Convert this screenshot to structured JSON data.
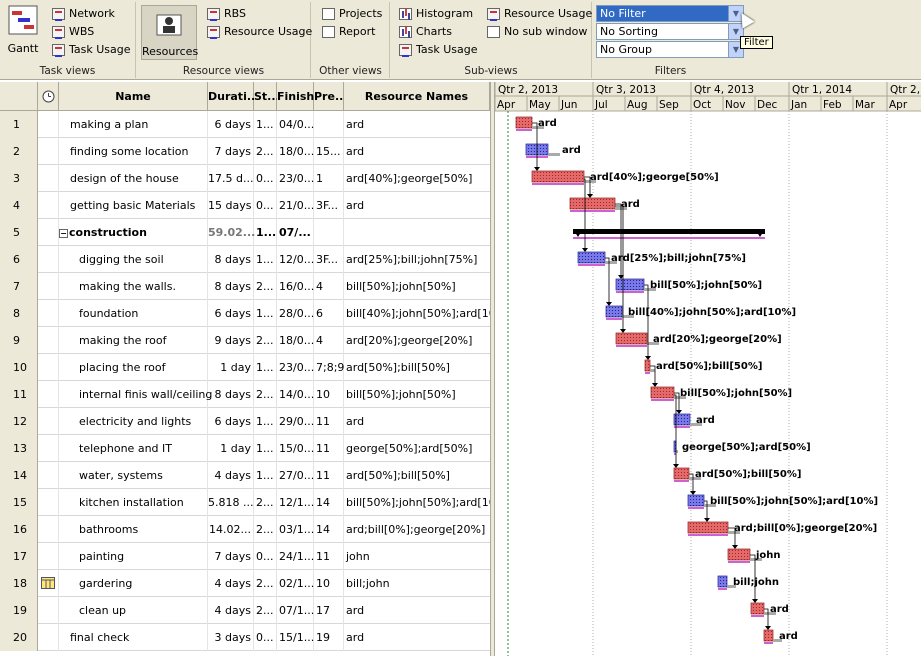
{
  "toolbar": {
    "task_views": {
      "title": "Task views",
      "gantt": "Gantt",
      "network": "Network",
      "wbs": "WBS",
      "task_usage": "Task Usage"
    },
    "resource_views": {
      "title": "Resource views",
      "resources": "Resources",
      "rbs": "RBS",
      "resource_usage": "Resource Usage"
    },
    "other_views": {
      "title": "Other views",
      "projects": "Projects",
      "report": "Report"
    },
    "sub_views": {
      "title": "Sub-views",
      "histogram": "Histogram",
      "charts": "Charts",
      "task_usage": "Task Usage",
      "resource_usage": "Resource Usage",
      "no_sub_window": "No sub window"
    },
    "filters": {
      "title": "Filters",
      "filter": "No Filter",
      "sorting": "No Sorting",
      "group": "No Group",
      "tooltip": "Filter"
    }
  },
  "table": {
    "columns": [
      "Name",
      "Durati...",
      "St...",
      "Finish",
      "Pre...",
      "Resource Names"
    ],
    "rows": [
      {
        "n": "1",
        "name": "making a plan",
        "dur": "6 days",
        "st": "1...",
        "fin": "04/0...",
        "pre": "",
        "res": "ard"
      },
      {
        "n": "2",
        "name": "finding some location",
        "dur": "7 days",
        "st": "2...",
        "fin": "18/0...",
        "pre": "15...",
        "res": "ard"
      },
      {
        "n": "3",
        "name": "design of the house",
        "dur": "17.5 d...",
        "st": "0...",
        "fin": "23/0...",
        "pre": "1",
        "res": "ard[40%];george[50%]"
      },
      {
        "n": "4",
        "name": "getting basic Materials",
        "dur": "15 days",
        "st": "0...",
        "fin": "21/0...",
        "pre": "3F...",
        "res": "ard"
      },
      {
        "n": "5",
        "name": "construction",
        "dur": "59.02...",
        "st": "1...",
        "fin": "07/...",
        "pre": "",
        "res": "",
        "summary": true
      },
      {
        "n": "6",
        "name": "digging the soil",
        "dur": "8 days",
        "st": "1...",
        "fin": "12/0...",
        "pre": "3F...",
        "res": "ard[25%];bill;john[75%]"
      },
      {
        "n": "7",
        "name": "making the walls.",
        "dur": "8 days",
        "st": "2...",
        "fin": "16/0...",
        "pre": "4",
        "res": "bill[50%];john[50%]"
      },
      {
        "n": "8",
        "name": "foundation",
        "dur": "6 days",
        "st": "1...",
        "fin": "28/0...",
        "pre": "6",
        "res": "bill[40%];john[50%];ard[10..."
      },
      {
        "n": "9",
        "name": "making the  roof",
        "dur": "9 days",
        "st": "2...",
        "fin": "18/0...",
        "pre": "4",
        "res": "ard[20%];george[20%]"
      },
      {
        "n": "10",
        "name": "placing the roof",
        "dur": "1 day",
        "st": "1...",
        "fin": "23/0...",
        "pre": "7;8;9",
        "res": "ard[50%];bill[50%]"
      },
      {
        "n": "11",
        "name": "internal finis wall/ceiling",
        "dur": "8 days",
        "st": "2...",
        "fin": "14/0...",
        "pre": "10",
        "res": "bill[50%];john[50%]"
      },
      {
        "n": "12",
        "name": "electricity and lights",
        "dur": "6 days",
        "st": "1...",
        "fin": "29/0...",
        "pre": "11",
        "res": "ard"
      },
      {
        "n": "13",
        "name": "telephone and IT",
        "dur": "1 day",
        "st": "1...",
        "fin": "15/0...",
        "pre": "11",
        "res": "george[50%];ard[50%]"
      },
      {
        "n": "14",
        "name": "water, systems",
        "dur": "4 days",
        "st": "1...",
        "fin": "27/0...",
        "pre": "11",
        "res": "ard[50%];bill[50%]"
      },
      {
        "n": "15",
        "name": "kitchen installation",
        "dur": "5.818 ...",
        "st": "2...",
        "fin": "12/1...",
        "pre": "14",
        "res": "bill[50%];john[50%];ard[10..."
      },
      {
        "n": "16",
        "name": "bathrooms",
        "dur": "14.02...",
        "st": "2...",
        "fin": "03/1...",
        "pre": "14",
        "res": "ard;bill[0%];george[20%]"
      },
      {
        "n": "17",
        "name": "painting",
        "dur": "7 days",
        "st": "0...",
        "fin": "24/1...",
        "pre": "11",
        "res": "john"
      },
      {
        "n": "18",
        "name": "gardering",
        "dur": "4 days",
        "st": "2...",
        "fin": "02/1...",
        "pre": "10",
        "res": "bill;john",
        "icon": true
      },
      {
        "n": "19",
        "name": "clean up",
        "dur": "4 days",
        "st": "2...",
        "fin": "07/1...",
        "pre": "17",
        "res": "ard"
      },
      {
        "n": "20",
        "name": "final check",
        "dur": "3 days",
        "st": "0...",
        "fin": "15/1...",
        "pre": "19",
        "res": "ard"
      }
    ]
  },
  "gantt": {
    "quarters": [
      "Qtr 2, 2013",
      "Qtr 3, 2013",
      "Qtr 4, 2013",
      "Qtr 1, 2014",
      "Qtr 2,"
    ],
    "months": [
      "Apr",
      "May",
      "Jun",
      "Jul",
      "Aug",
      "Sep",
      "Oct",
      "Nov",
      "Dec",
      "Jan",
      "Feb",
      "Mar",
      "Apr"
    ],
    "bar_labels": [
      "ard",
      "ard",
      "ard[40%];george[50%]",
      "ard",
      "",
      "ard[25%];bill;john[75%]",
      "bill[50%];john[50%]",
      "bill[40%];john[50%];ard[10%]",
      "ard[20%];george[20%]",
      "ard[50%];bill[50%]",
      "bill[50%];john[50%]",
      "ard",
      "george[50%];ard[50%]",
      "ard[50%];bill[50%]",
      "bill[50%];john[50%];ard[10%]",
      "ard;bill[0%];george[20%]",
      "john",
      "bill;john",
      "ard",
      "ard"
    ]
  }
}
